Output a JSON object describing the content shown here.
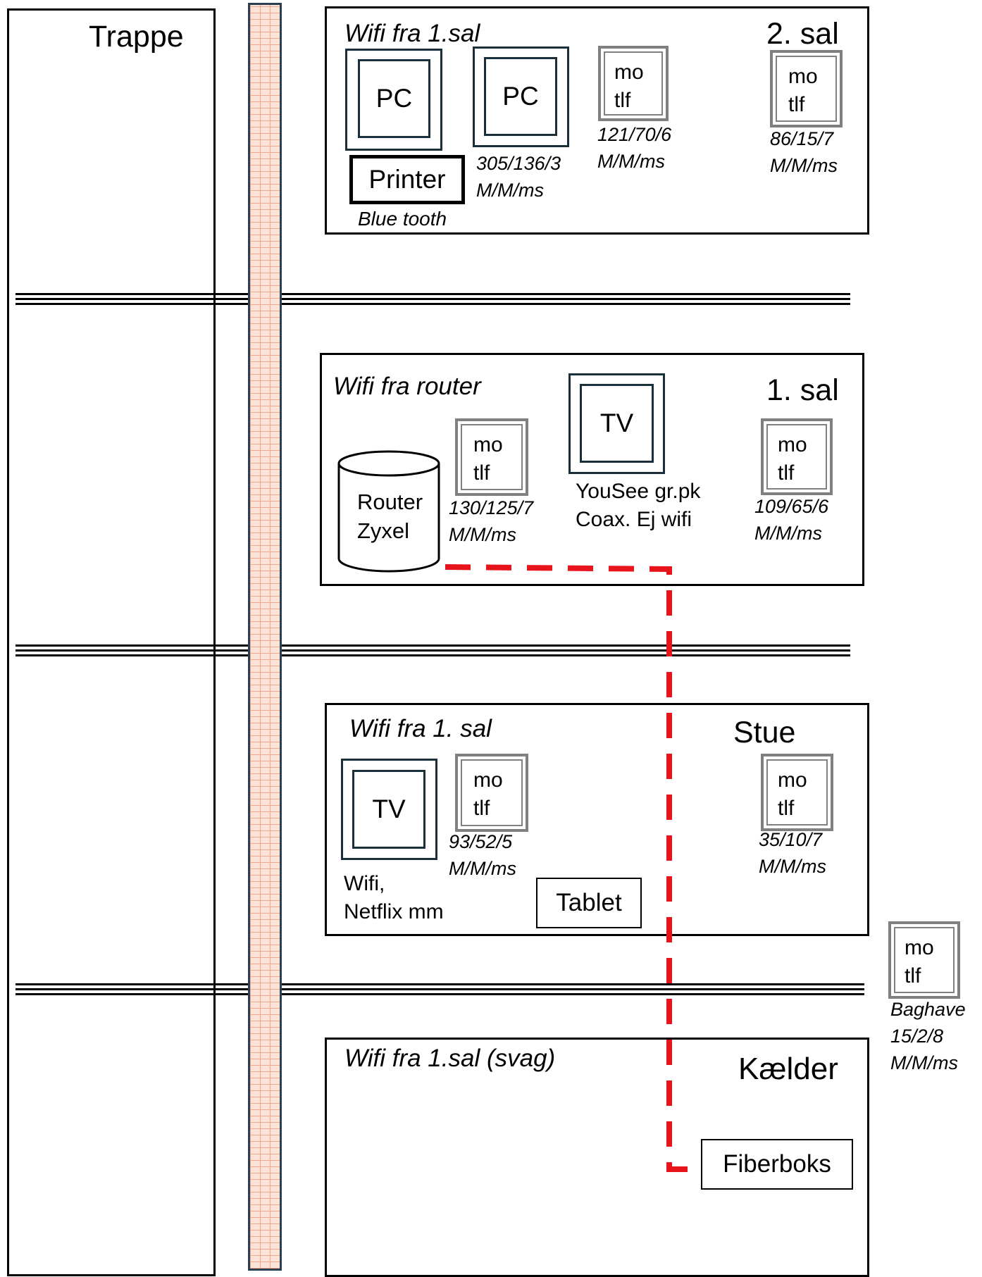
{
  "stair": {
    "label": "Trappe"
  },
  "floors": {
    "sal2": {
      "title": "2. sal",
      "wifi": "Wifi fra 1.sal",
      "pc1": "PC",
      "pc2": "PC",
      "printer": "Printer",
      "printer_note": "Blue tooth",
      "pc2_measure_1": "305/136/3",
      "pc2_measure_2": "M/M/ms",
      "phone1": {
        "line1": "mo",
        "line2": "tlf",
        "measure1": "121/70/6",
        "measure2": "M/M/ms"
      },
      "phone2": {
        "line1": "mo",
        "line2": "tlf",
        "measure1": "86/15/7",
        "measure2": "M/M/ms"
      }
    },
    "sal1": {
      "title": "1. sal",
      "wifi": "Wifi fra router",
      "router_line1": "Router",
      "router_line2": "Zyxel",
      "phone1": {
        "line1": "mo",
        "line2": "tlf",
        "measure1": "130/125/7",
        "measure2": "M/M/ms"
      },
      "tv": "TV",
      "tv_note1": "YouSee gr.pk",
      "tv_note2": "Coax. Ej wifi",
      "phone2": {
        "line1": "mo",
        "line2": "tlf",
        "measure1": "109/65/6",
        "measure2": "M/M/ms"
      }
    },
    "stue": {
      "title": "Stue",
      "wifi": "Wifi fra 1. sal",
      "tv": "TV",
      "tv_note1": "Wifi,",
      "tv_note2": "Netflix mm",
      "phone1": {
        "line1": "mo",
        "line2": "tlf",
        "measure1": "93/52/5",
        "measure2": "M/M/ms"
      },
      "tablet": "Tablet",
      "phone2": {
        "line1": "mo",
        "line2": "tlf",
        "measure1": "35/10/7",
        "measure2": "M/M/ms"
      }
    },
    "kaelder": {
      "title": "Kælder",
      "wifi": "Wifi fra 1.sal (svag)",
      "fiberbox": "Fiberboks"
    }
  },
  "garden_phone": {
    "line1": "mo",
    "line2": "tlf",
    "note1": "Baghave",
    "note2": "15/2/8",
    "note3": "M/M/ms"
  },
  "colors": {
    "cable": "#e8141c",
    "wall": "#f7c9b5",
    "device": "#1b2f3b",
    "phone": "#808080"
  }
}
